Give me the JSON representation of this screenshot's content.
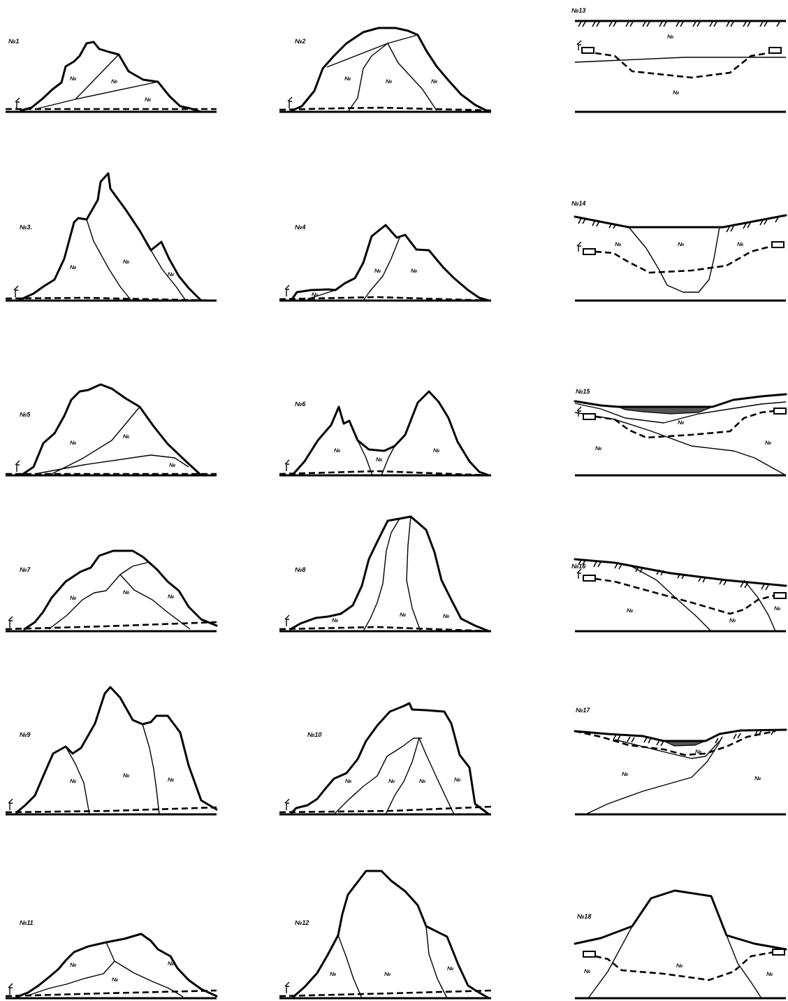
{
  "diagrams": [
    {
      "id": "p1",
      "title": "№1",
      "layers": [
        "№",
        "№",
        "№"
      ]
    },
    {
      "id": "p2",
      "title": "№2",
      "layers": [
        "№",
        "№",
        "№"
      ]
    },
    {
      "id": "p13",
      "title": "№13",
      "layers": [
        "№",
        "№"
      ]
    },
    {
      "id": "p3",
      "title": "№3.",
      "layers": [
        "№",
        "№",
        "№"
      ]
    },
    {
      "id": "p4",
      "title": "№4",
      "layers": [
        "№",
        "№",
        "№"
      ]
    },
    {
      "id": "p14",
      "title": "№14",
      "layers": [
        "№",
        "№",
        "№"
      ]
    },
    {
      "id": "p5",
      "title": "№5",
      "layers": [
        "№",
        "№",
        "№"
      ]
    },
    {
      "id": "p6",
      "title": "№6",
      "layers": [
        "№",
        "№",
        "№"
      ]
    },
    {
      "id": "p15",
      "title": "№15",
      "layers": [
        "№",
        "№",
        "№"
      ]
    },
    {
      "id": "p7",
      "title": "№7",
      "layers": [
        "№",
        "№",
        "№"
      ]
    },
    {
      "id": "p8",
      "title": "№8",
      "layers": [
        "№",
        "№",
        "№"
      ]
    },
    {
      "id": "p16",
      "title": "№16",
      "layers": [
        "№",
        "№",
        "№"
      ]
    },
    {
      "id": "p9",
      "title": "№9",
      "layers": [
        "№",
        "№",
        "№"
      ]
    },
    {
      "id": "p10",
      "title": "№10",
      "layers": [
        "№",
        "№",
        "№",
        "№"
      ]
    },
    {
      "id": "p17",
      "title": "№17",
      "layers": [
        "№",
        "№",
        "№"
      ]
    },
    {
      "id": "p11",
      "title": "№11",
      "layers": [
        "№",
        "№",
        "№"
      ]
    },
    {
      "id": "p12",
      "title": "№12",
      "layers": [
        "№",
        "№",
        "№"
      ]
    },
    {
      "id": "p18",
      "title": "№18",
      "layers": [
        "№",
        "№",
        "№"
      ]
    }
  ]
}
